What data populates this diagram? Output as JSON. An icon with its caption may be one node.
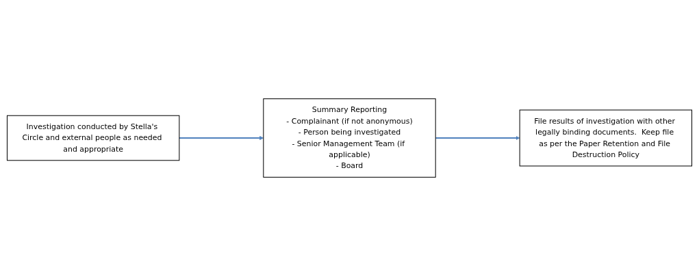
{
  "diagram": {
    "nodes": [
      {
        "text": [
          "Investigation conducted by Stella's Circle and external people as needed and appropriate"
        ]
      },
      {
        "text": [
          "Summary Reporting",
          "- Complainant (if not anonymous)",
          "- Person being investigated",
          "- Senior Management Team (if applicable)",
          "- Board"
        ]
      },
      {
        "text": [
          "File results of investigation with other legally binding documents.  Keep file as per the Paper Retention and File Destruction Policy"
        ]
      }
    ],
    "edges": [
      {
        "from": 0,
        "to": 1,
        "arrow": "to"
      },
      {
        "from": 1,
        "to": 2,
        "arrow": "to"
      }
    ]
  }
}
